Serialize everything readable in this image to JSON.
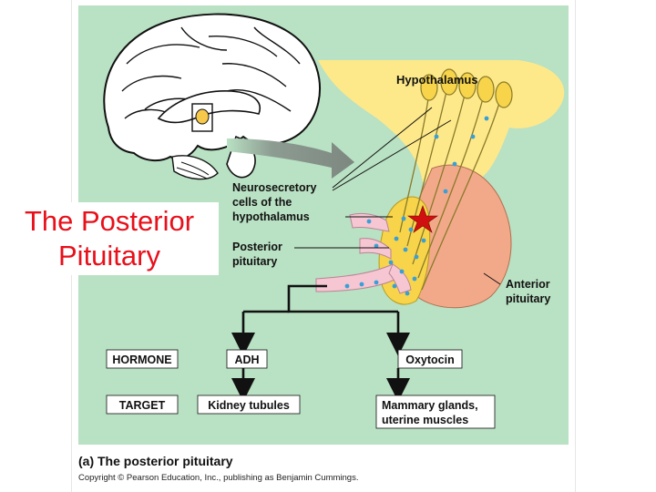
{
  "slide": {
    "title_line1": "The Posterior",
    "title_line2": "Pituitary"
  },
  "figure": {
    "caption": "(a) The posterior pituitary",
    "copyright": "Copyright © Pearson Education, Inc., publishing as Benjamin Cummings."
  },
  "labels": {
    "hypothalamus": "Hypothalamus",
    "neurosecretory_line1": "Neurosecretory",
    "neurosecretory_line2": "cells of the",
    "neurosecretory_line3": "hypothalamus",
    "posterior_line1": "Posterior",
    "posterior_line2": "pituitary",
    "anterior_line1": "Anterior",
    "anterior_line2": "pituitary"
  },
  "flow": {
    "hormone_row_label": "HORMONE",
    "target_row_label": "TARGET",
    "hormones": [
      {
        "name": "ADH",
        "target": "Kidney tubules",
        "target_line2": ""
      },
      {
        "name": "Oxytocin",
        "target": "Mammary glands,",
        "target_line2": "uterine muscles"
      }
    ]
  },
  "colors": {
    "panel_background": "#b9e1c3",
    "hypothalamus": "#fde98a",
    "neuron_yellow": "#f7d44a",
    "anterior_pituitary": "#f2a98a",
    "vessels": "#f6c6d3",
    "secretory_dots": "#3a9fd6",
    "star": "#d01010",
    "title_red": "#e8101a"
  },
  "icons": {
    "marker": "red-star-icon",
    "brain": "brain-midsagittal-icon"
  }
}
